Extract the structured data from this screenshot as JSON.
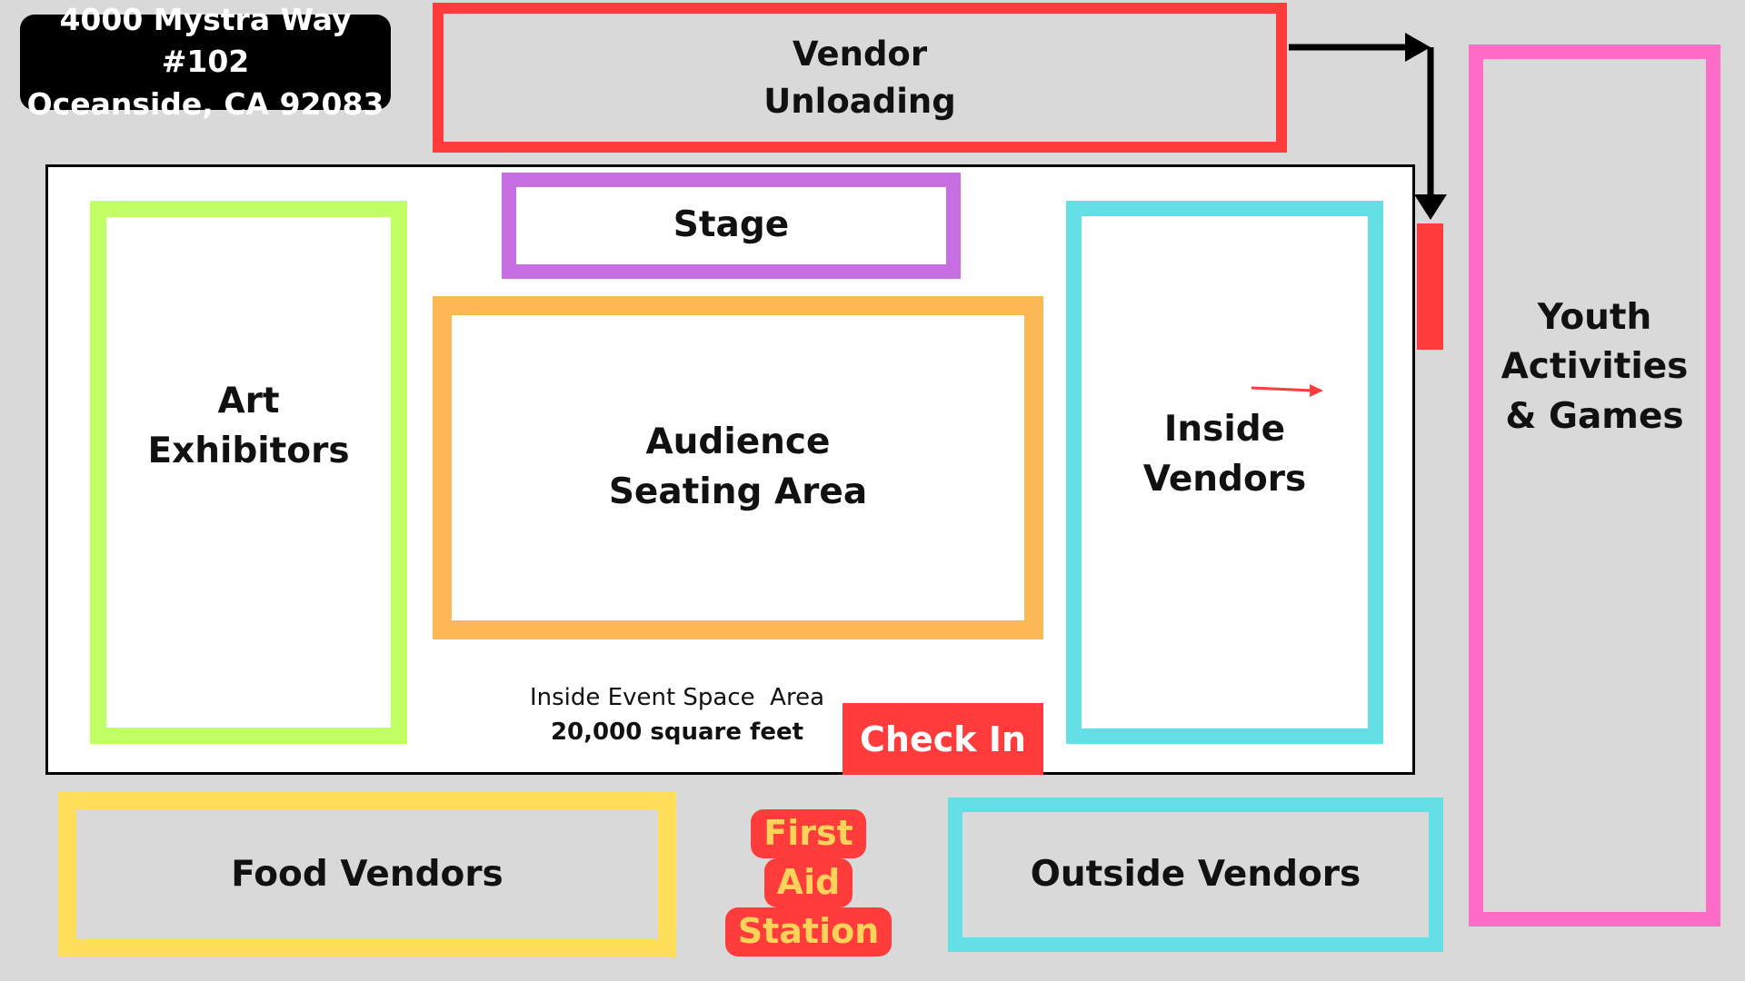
{
  "address": {
    "line1": "4000 Mystra Way #102",
    "line2": "Oceanside, CA 92083"
  },
  "zones": {
    "vendor_unloading": "Vendor\nUnloading",
    "stage": "Stage",
    "art_exhibitors": "Art\nExhibitors",
    "audience_seating": "Audience\nSeating Area",
    "inside_vendors": "Inside\nVendors",
    "youth_activities": "Youth\nActivities\n& Games",
    "food_vendors": "Food Vendors",
    "outside_vendors": "Outside Vendors",
    "check_in": "Check In",
    "first_aid": [
      "First",
      "Aid",
      "Station"
    ]
  },
  "inside_space": {
    "caption": "Inside Event Space  Area",
    "size": "20,000 square feet"
  },
  "colors": {
    "background": "#d9d9d9",
    "vendor_unloading": "#ff3b3b",
    "stage": "#c76ee3",
    "art_exhibitors": "#c2ff63",
    "audience_seating": "#fdb755",
    "inside_vendors": "#63dfe5",
    "youth_activities": "#ff6cc8",
    "food_vendors": "#ffdf5a",
    "outside_vendors": "#63dfe5",
    "check_in": "#ff3b3b",
    "first_aid_fill": "#ff3b3b",
    "first_aid_text": "#ffd35a"
  }
}
